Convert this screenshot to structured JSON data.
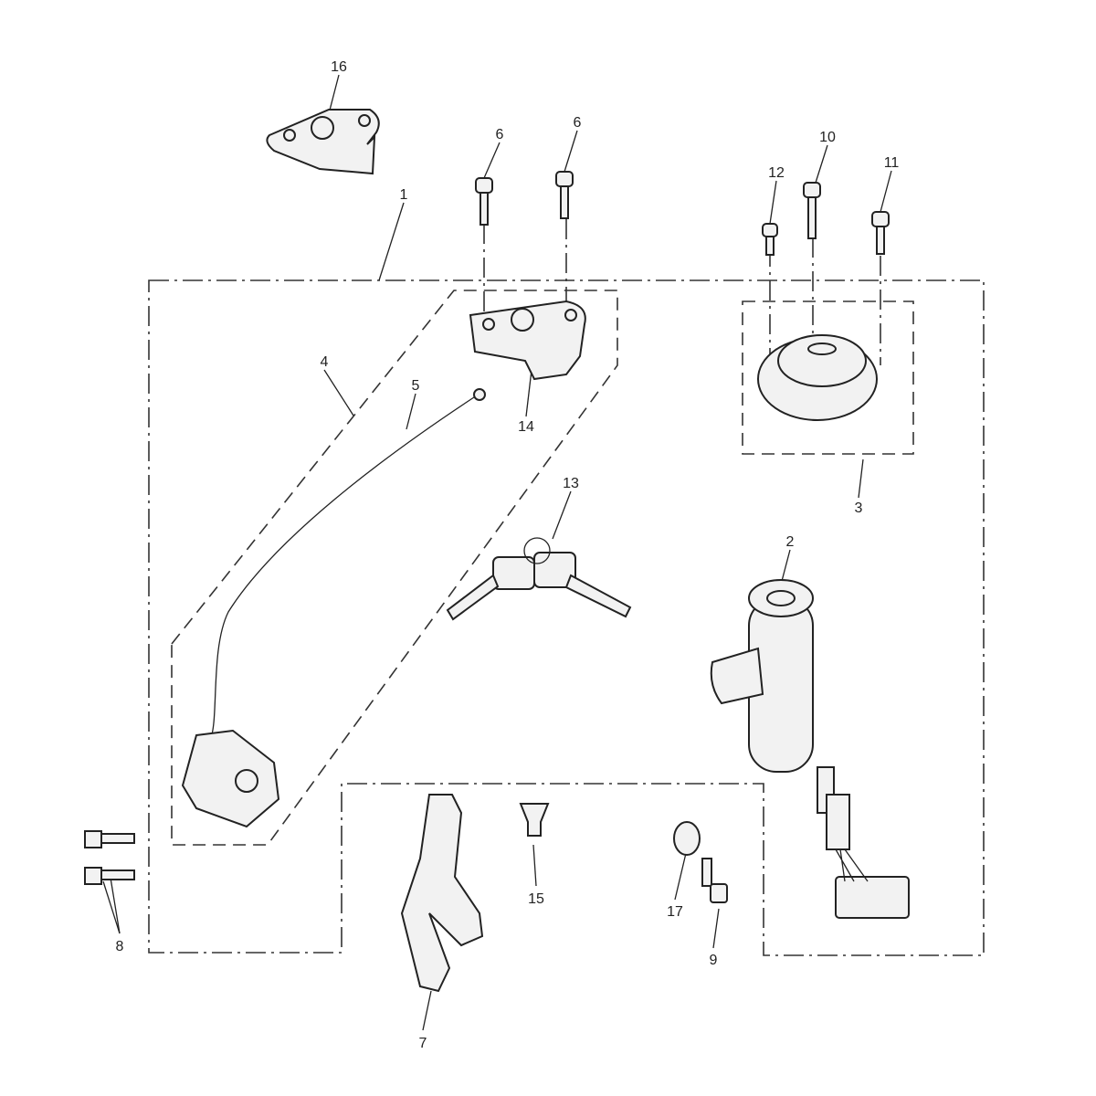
{
  "diagram": {
    "callouts": [
      {
        "id": "16",
        "label": "16"
      },
      {
        "id": "6a",
        "label": "6"
      },
      {
        "id": "6b",
        "label": "6"
      },
      {
        "id": "10",
        "label": "10"
      },
      {
        "id": "12",
        "label": "12"
      },
      {
        "id": "11",
        "label": "11"
      },
      {
        "id": "1",
        "label": "1"
      },
      {
        "id": "4",
        "label": "4"
      },
      {
        "id": "5",
        "label": "5"
      },
      {
        "id": "14",
        "label": "14"
      },
      {
        "id": "13",
        "label": "13"
      },
      {
        "id": "3",
        "label": "3"
      },
      {
        "id": "2",
        "label": "2"
      },
      {
        "id": "15",
        "label": "15"
      },
      {
        "id": "17",
        "label": "17"
      },
      {
        "id": "9",
        "label": "9"
      },
      {
        "id": "8",
        "label": "8"
      },
      {
        "id": "7",
        "label": "7"
      }
    ]
  }
}
